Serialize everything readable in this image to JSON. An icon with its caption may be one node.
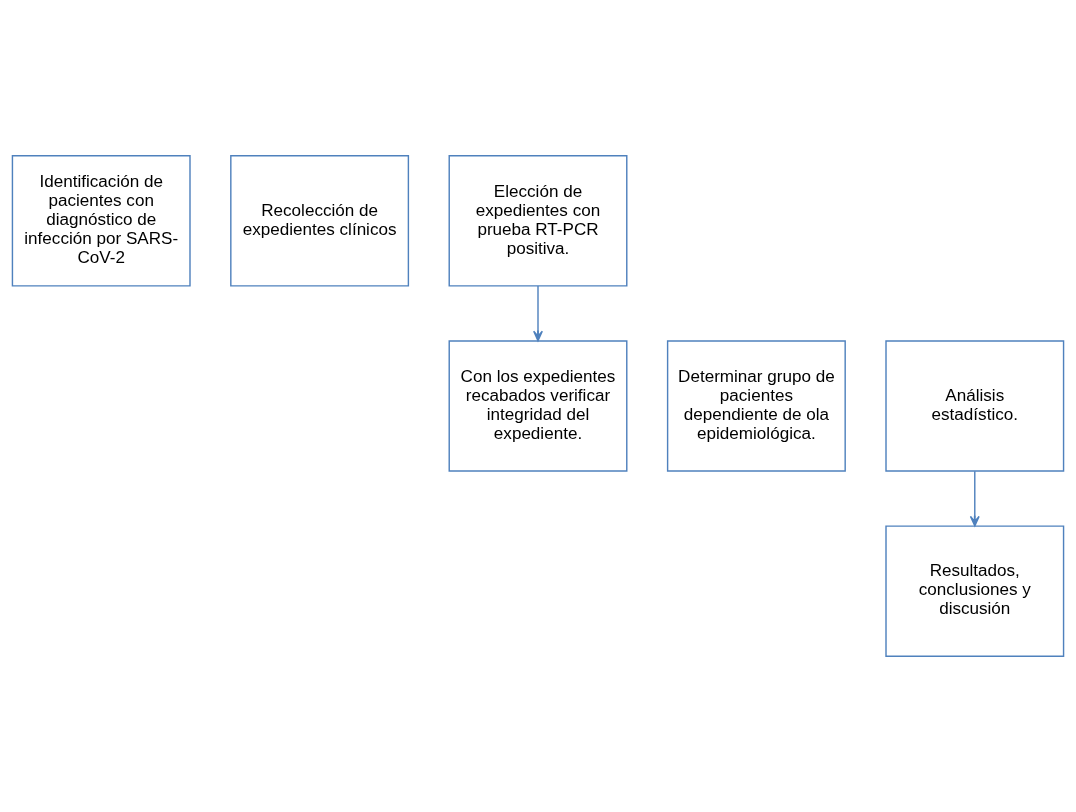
{
  "diagram": {
    "nodes": [
      {
        "text": [
          "Identificación de pacientes con diagnóstico de infección por SARS-CoV-2"
        ]
      },
      {
        "text": [
          "Recolección de expedientes clínicos"
        ]
      },
      {
        "text": [
          "Elección de expedientes con prueba RT-PCR positiva."
        ]
      },
      {
        "text": [
          "Con los expedientes recabados verificar integridad del expediente."
        ]
      },
      {
        "text": [
          "Determinar grupo de pacientes dependiente de ola epidemiológica."
        ]
      },
      {
        "text": [
          "Análisis estadístico."
        ]
      },
      {
        "text": [
          "Resultados, conclusiones y discusión"
        ]
      }
    ],
    "edges": [
      {
        "from": 2,
        "to": 3,
        "arrow": "to"
      },
      {
        "from": 5,
        "to": 6,
        "arrow": "to"
      }
    ]
  }
}
